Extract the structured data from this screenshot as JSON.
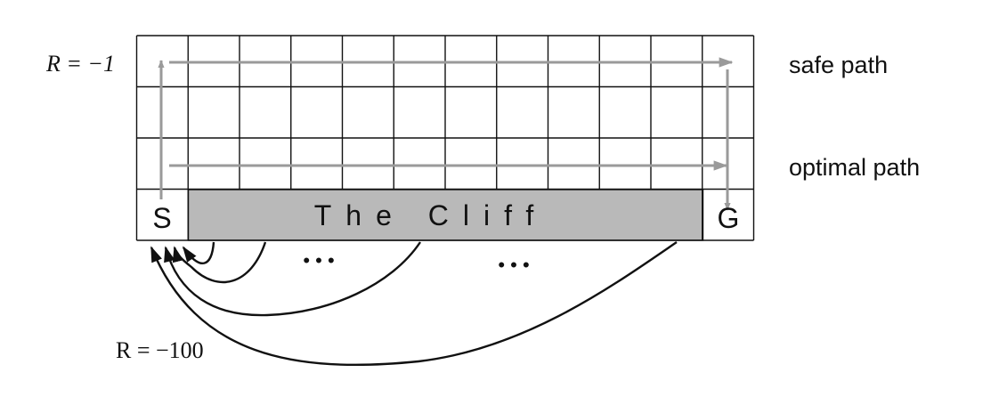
{
  "grid": {
    "columns": 12,
    "rows": 4
  },
  "labels": {
    "reward_step": "R = −1",
    "reward_cliff": "R = −100",
    "start": "S",
    "goal": "G",
    "cliff": "The Cliff",
    "safe_path": "safe path",
    "optimal_path": "optimal path",
    "ellipsis_1": "•   •   •",
    "ellipsis_2": "•   •   •"
  },
  "colors": {
    "cliff_fill": "#b9b9b9",
    "path_arrow": "#9a9a9a",
    "fall_arrow": "#111111",
    "grid_line": "#111111"
  }
}
